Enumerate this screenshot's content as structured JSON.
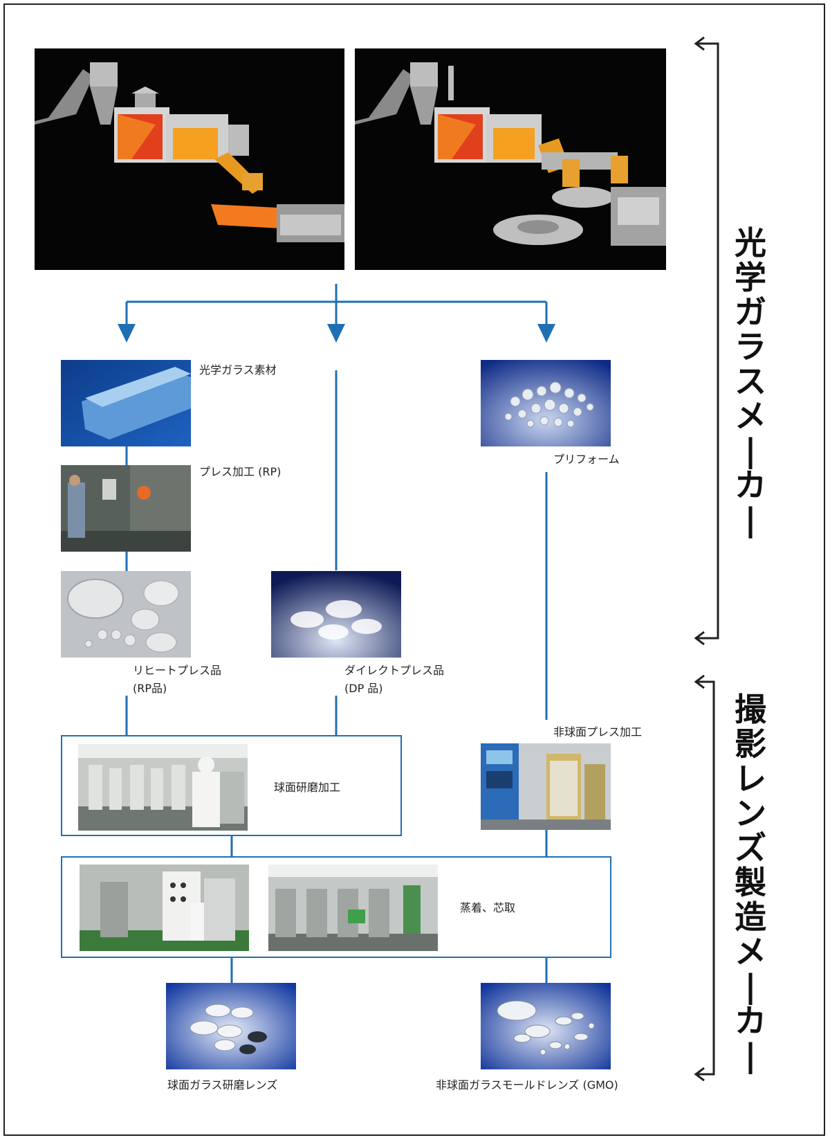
{
  "section_labels": {
    "glass_maker": "光学ガラスメーカー",
    "lens_maker": "撮影レンズ製造メーカー"
  },
  "nodes": {
    "glass_material": "光学ガラス素材",
    "press_rp": "プレス加工 (RP)",
    "preform": "プリフォーム",
    "reheat_press_line1": "リヒートプレス品",
    "reheat_press_line2": "(RP品)",
    "direct_press_line1": "ダイレクトプレス品",
    "direct_press_line2": "(DP 品)",
    "aspheric_press": "非球面プレス加工",
    "spherical_polish": "球面研磨加工",
    "deposition_centering": "蒸着、芯取",
    "spherical_lens": "球面ガラス研磨レンズ",
    "aspheric_gmo": "非球面ガラスモールドレンズ (GMO)"
  },
  "colors": {
    "flow_line": "#1f6fb5",
    "arrow": "#1f6fb5"
  }
}
